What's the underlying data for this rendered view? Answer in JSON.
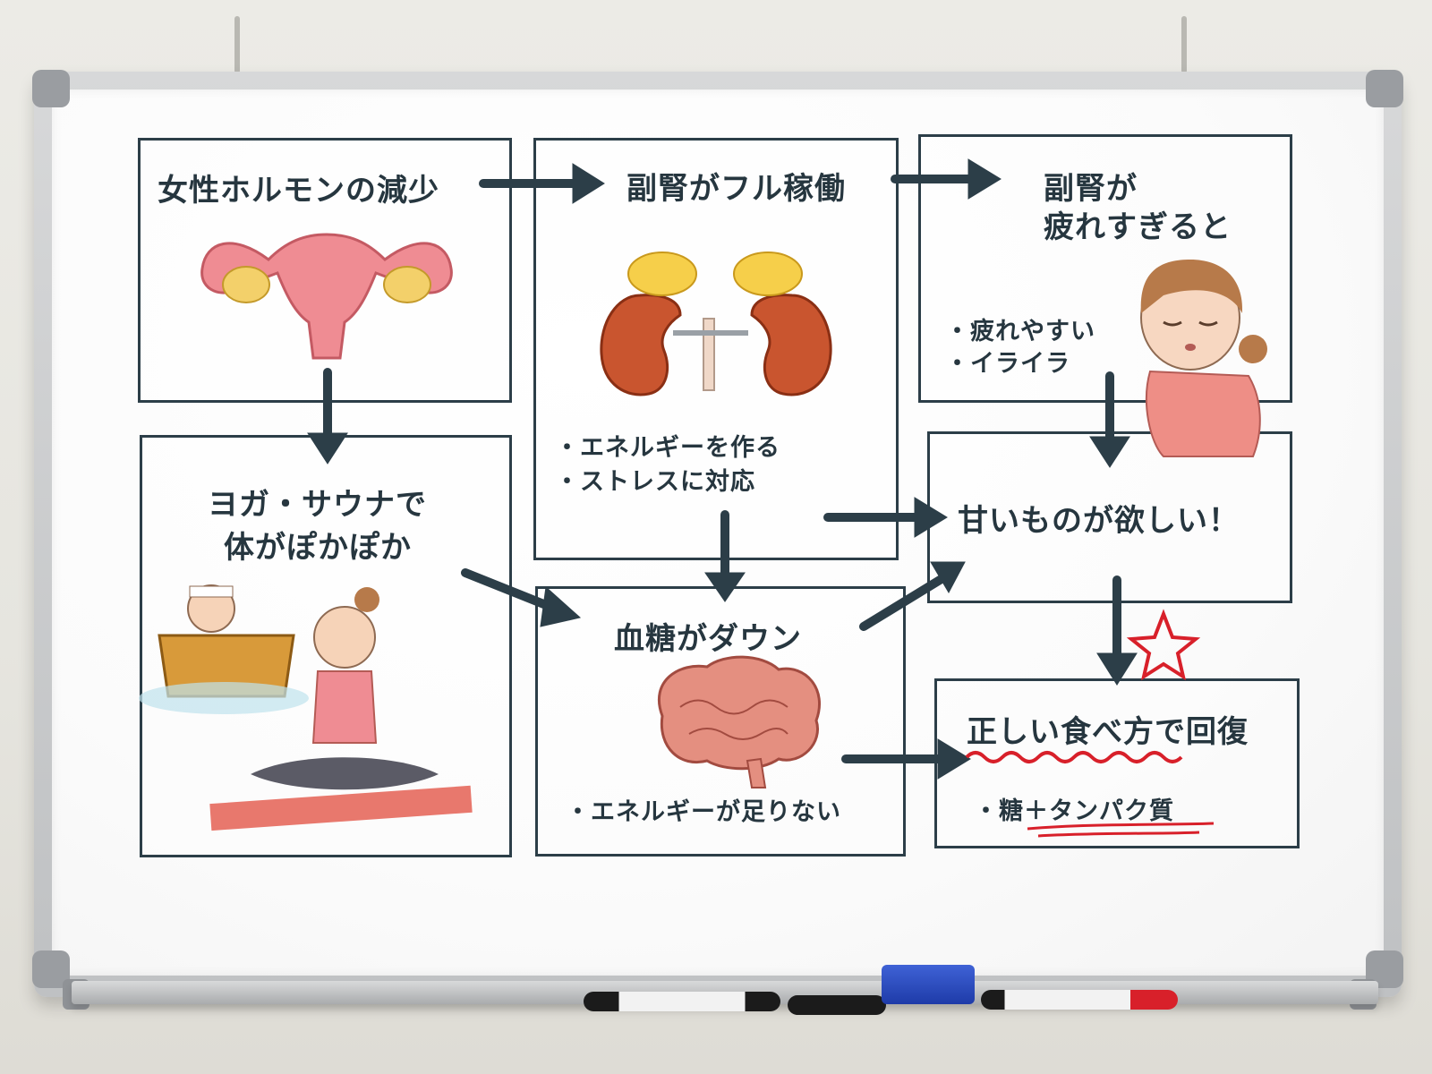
{
  "board": {
    "panels": {
      "hormone": {
        "title": "女性ホルモンの減少",
        "illustration": "uterus-icon"
      },
      "adrenal": {
        "title": "副腎がフル稼働",
        "illustration": "adrenal-kidney-icon",
        "bullets": [
          "・エネルギーを作る",
          "・ストレスに対応"
        ]
      },
      "tired": {
        "title_line1": "副腎が",
        "title_line2": "疲れすぎると",
        "illustration": "tired-woman-icon",
        "bullets": [
          "・疲れやすい",
          "・イライラ"
        ]
      },
      "yoga": {
        "title_line1": "ヨガ・サウナで",
        "title_line2": "体がぽかぽか",
        "illustration": "sauna-yoga-icon"
      },
      "sugar": {
        "title": "血糖がダウン",
        "illustration": "brain-icon",
        "bullets": [
          "・エネルギーが足りない"
        ]
      },
      "sweets": {
        "title": "甘いものが欲しい！"
      },
      "recovery": {
        "title": "正しい食べ方で回復",
        "bullets": [
          "・糖＋タンパク質"
        ]
      }
    },
    "marker_colors": {
      "ink": "#26363f",
      "accent": "#d8202a"
    },
    "markers": [
      {
        "label": "",
        "color": "#1b1b1b"
      },
      {
        "label": "",
        "color": "#1b1b1b"
      },
      {
        "label": "",
        "color": "#d8202a"
      }
    ],
    "eraser_color": "#2b4fd0"
  }
}
